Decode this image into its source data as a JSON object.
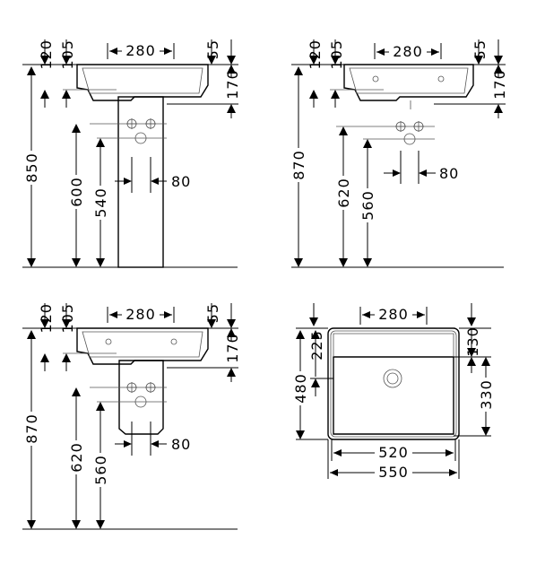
{
  "views": {
    "pedestal": {
      "width_280": "280",
      "top_120": "120",
      "top_105": "105",
      "top_55": "55",
      "height_170": "170",
      "height_850": "850",
      "height_600": "600",
      "height_540": "540",
      "width_80": "80"
    },
    "wall_hung": {
      "width_280": "280",
      "top_120": "120",
      "top_105": "105",
      "top_55": "55",
      "height_170": "170",
      "height_870": "870",
      "height_620": "620",
      "height_560": "560",
      "width_80": "80"
    },
    "half_pedestal": {
      "width_280": "280",
      "top_120": "120",
      "top_105": "105",
      "top_55": "55",
      "height_170": "170",
      "height_870": "870",
      "height_620": "620",
      "height_560": "560",
      "width_80": "80"
    },
    "plan": {
      "width_280": "280",
      "depth_480": "480",
      "depth_225": "225",
      "depth_130": "130",
      "depth_330": "330",
      "width_520": "520",
      "width_550": "550"
    }
  }
}
